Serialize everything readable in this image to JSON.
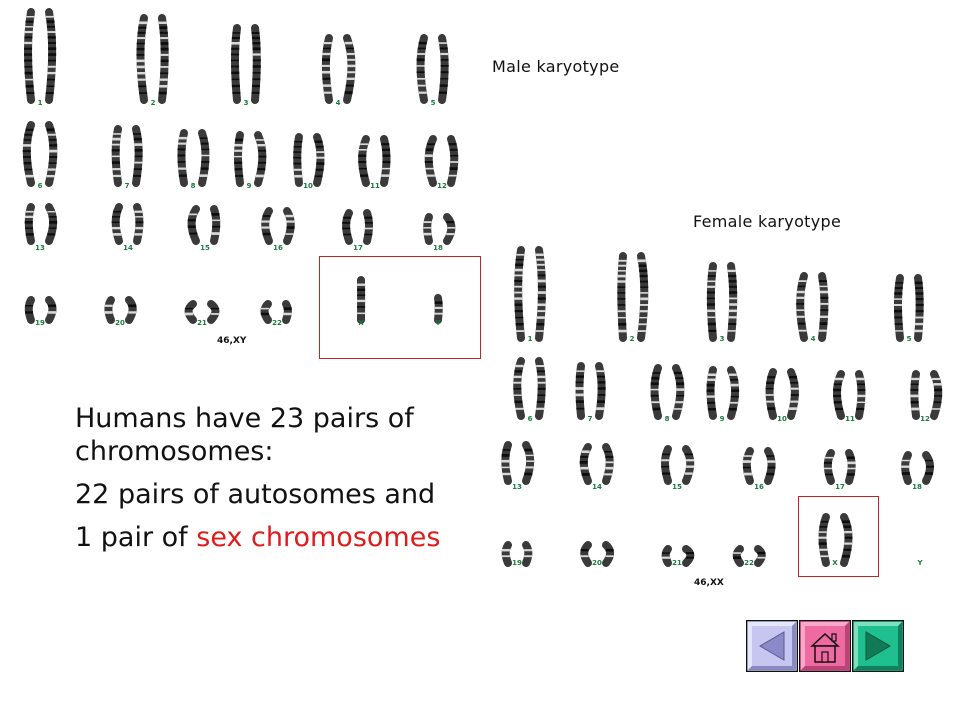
{
  "male": {
    "caption": "Male karyotype",
    "code": "46,XY",
    "rows": [
      [
        "1",
        "2",
        "3",
        "4",
        "5"
      ],
      [
        "6",
        "7",
        "8",
        "9",
        "10",
        "11",
        "12"
      ],
      [
        "13",
        "14",
        "15",
        "16",
        "17",
        "18"
      ],
      [
        "19",
        "20",
        "21",
        "22",
        "X",
        "Y"
      ]
    ]
  },
  "female": {
    "caption": "Female karyotype",
    "code": "46,XX",
    "rows": [
      [
        "1",
        "2",
        "3",
        "4",
        "5"
      ],
      [
        "6",
        "7",
        "8",
        "9",
        "10",
        "11",
        "12"
      ],
      [
        "13",
        "14",
        "15",
        "16",
        "17",
        "18"
      ],
      [
        "19",
        "20",
        "21",
        "22",
        "X",
        "Y"
      ]
    ]
  },
  "text": {
    "line1": "Humans have 23 pairs of chromosomes:",
    "line2": "22 pairs of autosomes and",
    "line3_prefix": "1 pair of ",
    "line3_accent": "sex chromosomes"
  },
  "colors": {
    "accent": "#e01b1b",
    "box_border": "#c0232a",
    "label_green": "#1b7a3e",
    "nav_back": "#c6c6f0",
    "nav_home": "#ee6aa0",
    "nav_next": "#1fbf8f"
  },
  "nav": {
    "back": "back-arrow-icon",
    "home": "home-icon",
    "next": "forward-arrow-icon"
  }
}
